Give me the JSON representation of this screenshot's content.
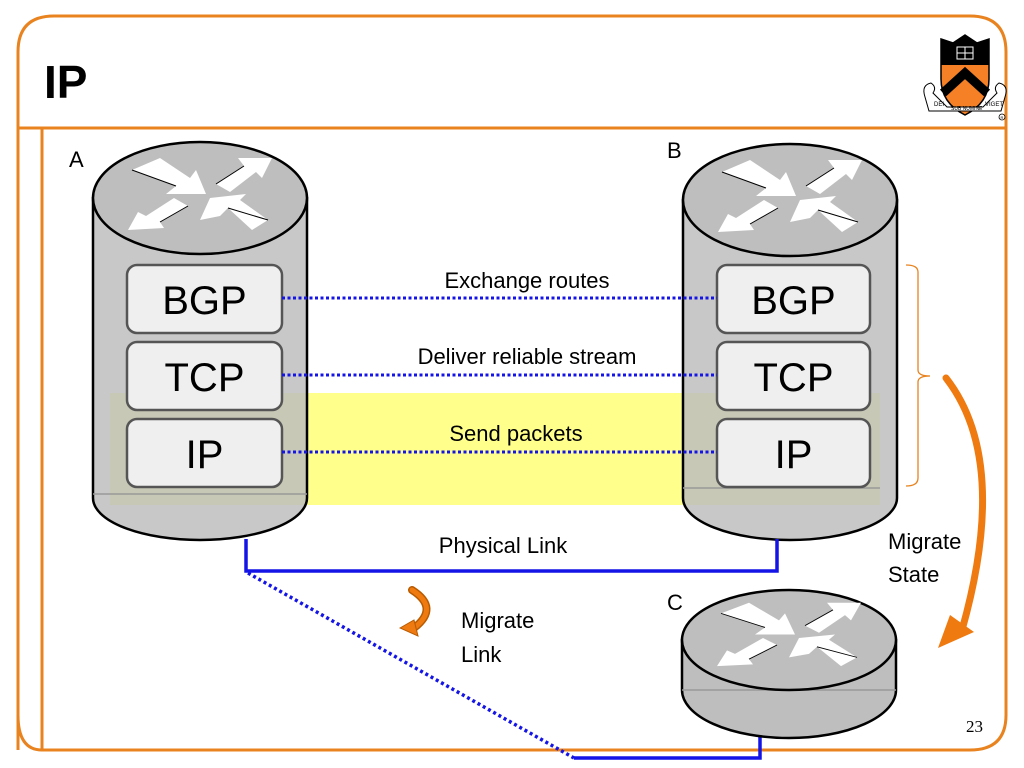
{
  "slide": {
    "title": "IP",
    "page_number": "23",
    "frame_color": "#E8831F",
    "logo": "princeton-shield-icon",
    "logo_mottos": [
      "DEI",
      "SUB NUMINE",
      "VIGET"
    ]
  },
  "routers": {
    "A": {
      "label": "A",
      "layers": [
        "BGP",
        "TCP",
        "IP"
      ]
    },
    "B": {
      "label": "B",
      "layers": [
        "BGP",
        "TCP",
        "IP"
      ]
    },
    "C": {
      "label": "C"
    }
  },
  "connections": {
    "bgp": "Exchange routes",
    "tcp": "Deliver reliable stream",
    "ip": "Send packets",
    "physical": "Physical Link"
  },
  "annotations": {
    "migrate_state": [
      "Migrate",
      "State"
    ],
    "migrate_link": [
      "Migrate",
      "Link"
    ]
  },
  "colors": {
    "link_blue": "#1414E6",
    "highlight_yellow": "#FFFF66",
    "router_gray": "#BEBEBE",
    "layer_box": "#EFEFEF",
    "arrow_orange": "#EE7A10"
  }
}
